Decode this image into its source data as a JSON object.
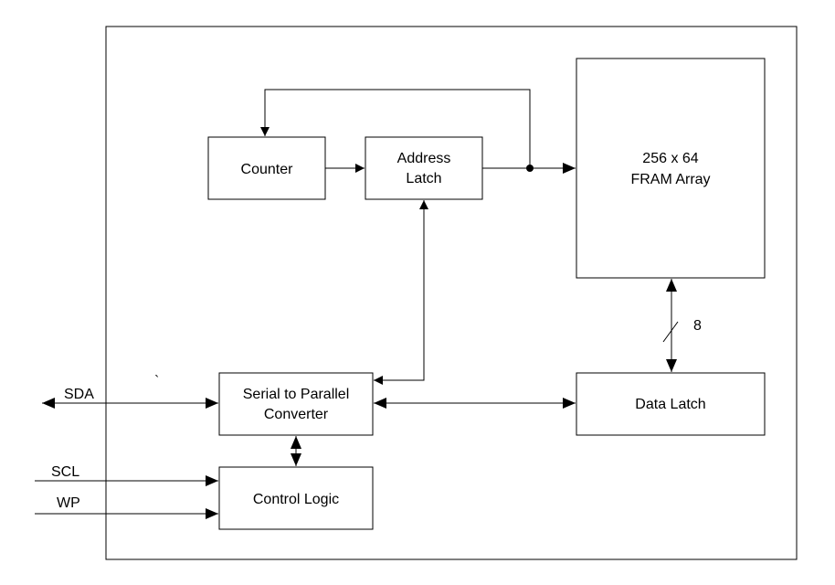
{
  "blocks": {
    "counter": "Counter",
    "address_latch": [
      "Address",
      "Latch"
    ],
    "fram_array": [
      "256 x 64",
      "FRAM Array"
    ],
    "serial_converter": [
      "Serial to Parallel",
      "Converter"
    ],
    "data_latch": "Data Latch",
    "control_logic": "Control Logic"
  },
  "signals": {
    "sda": "SDA",
    "scl": "SCL",
    "wp": "WP"
  },
  "bus_width": "8",
  "stray_mark": "`",
  "colors": {
    "line": "#000000",
    "background": "#ffffff"
  }
}
